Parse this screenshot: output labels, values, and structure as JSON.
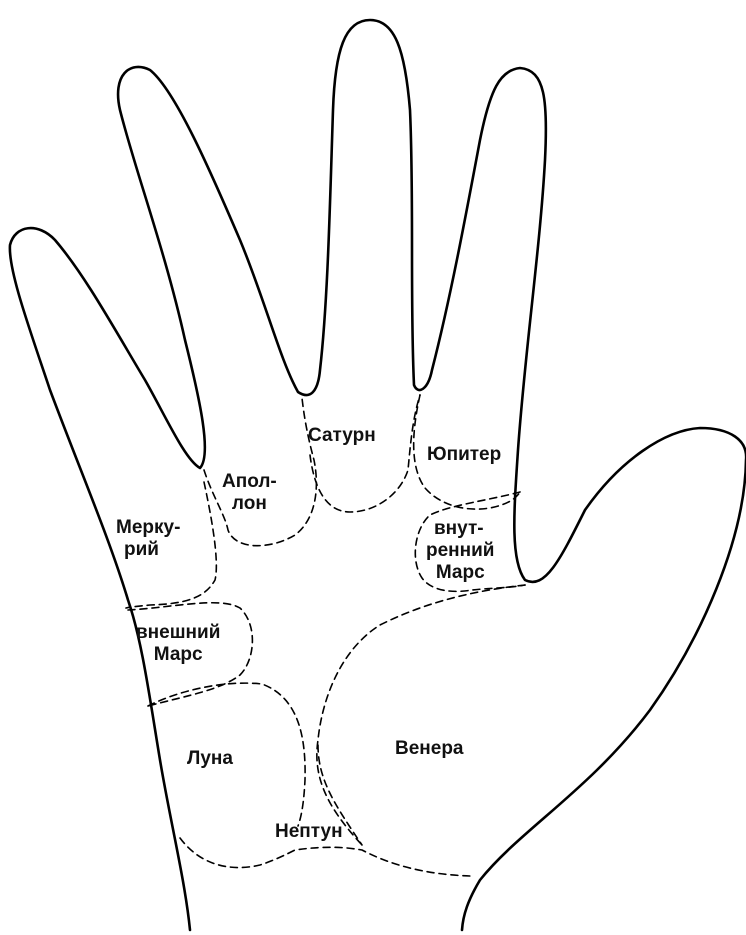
{
  "mounts": {
    "saturn": "Сатурн",
    "jupiter": "Юпитер",
    "apollo_1": "Апол-",
    "apollo_2": "лон",
    "mercury_1": "Мерку-",
    "mercury_2": "рий",
    "inner_mars_1": "внут-",
    "inner_mars_2": "ренний",
    "inner_mars_3": "Марс",
    "outer_mars_1": "внешний",
    "outer_mars_2": "Марс",
    "moon": "Луна",
    "venus": "Венера",
    "neptune": "Нептун"
  }
}
